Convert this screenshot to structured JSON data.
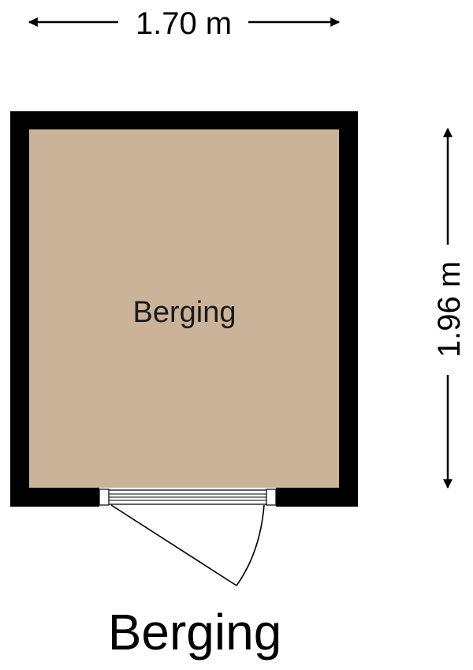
{
  "plan": {
    "width_label": "1.70 m",
    "height_label": "1.96 m",
    "room_label": "Berging",
    "title": "Berging",
    "colors": {
      "wall": "#000000",
      "floor": "#cbb39a",
      "background": "#ffffff"
    }
  }
}
